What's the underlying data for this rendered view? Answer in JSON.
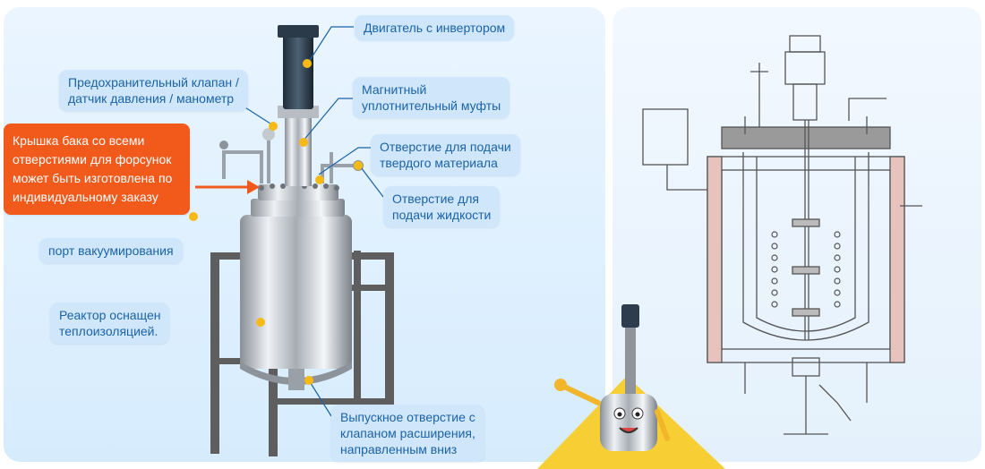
{
  "colors": {
    "accent": "#1b63a8",
    "callout_bg": "#cfe6fb",
    "highlight": "#f25a1c",
    "dot": "#f7b916"
  },
  "labels": {
    "motor": "Двигатель с инвертором",
    "safety_valve": [
      "Предохранительный клапан /",
      "датчик давления / манометр"
    ],
    "magnetic_seal": [
      "Магнитный",
      "уплотнительный муфты"
    ],
    "lid": [
      "Крышка бака со всеми",
      "отверстиями для форсунок",
      "может быть изготовлена по",
      "индивидуальному заказу"
    ],
    "solid_feed": [
      "Отверстие для подачи",
      "твердого материала"
    ],
    "liquid_feed": [
      "Отверстие для",
      "подачи жидкости"
    ],
    "vacuum_port": "порт вакуумирования",
    "insulation": [
      "Реактор оснащен",
      "теплоизоляцией."
    ],
    "discharge": [
      "Выпускное отверстие с",
      "клапаном расширения,",
      "направленным вниз"
    ]
  }
}
